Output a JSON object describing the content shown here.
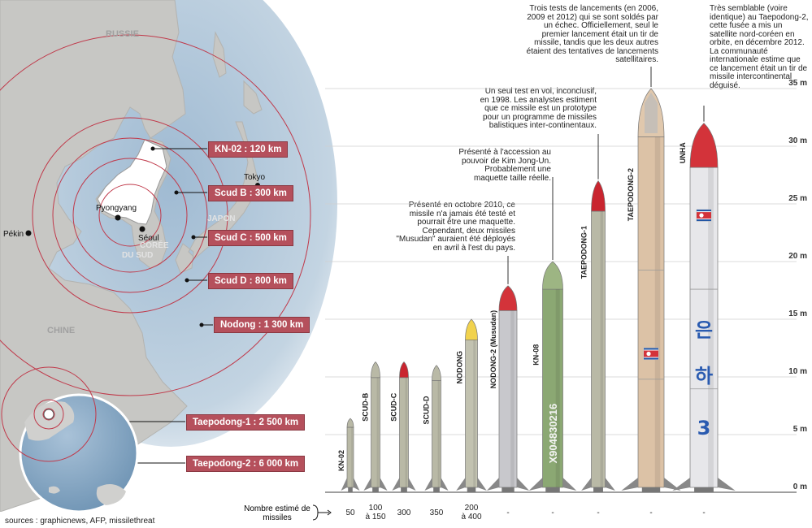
{
  "map": {
    "countries": {
      "russia": "RUSSIE",
      "china": "CHINE",
      "japan": "JAPON",
      "korea_line1": "CORÉE",
      "korea_line2": "DU SUD"
    },
    "cities": {
      "pyongyang": "Pyongyang",
      "seoul": "Séoul",
      "tokyo": "Tokyo",
      "beijing": "Pékin"
    },
    "ranges": [
      {
        "label": "KN-02 : 120 km"
      },
      {
        "label": "Scud B : 300 km"
      },
      {
        "label": "Scud C : 500 km"
      },
      {
        "label": "Scud D : 800 km"
      },
      {
        "label": "Nodong : 1 300 km"
      },
      {
        "label": "Taepodong-1 : 2 500 km"
      },
      {
        "label": "Taepodong-2 : 6 000 km"
      }
    ]
  },
  "source": "sources : graphicnews, AFP, missilethreat",
  "annotations": {
    "musudan": "Présenté en octobre 2010, ce missile n'a jamais été testé et pourrait être une maquette. Cependant, deux missiles \"Musudan\" auraient été déployés en avril à l'est du pays.",
    "kn08": "Présenté à l'accession au pouvoir de Kim Jong-Un. Probablement une maquette taille réelle.",
    "taepodong1": "Un seul test en vol, inconclusif, en 1998. Les analystes estiment que ce missile est un prototype pour un programme de missiles balistiques inter-continentaux.",
    "taepodong2": "Trois tests de lancements (en 2006, 2009 et 2012) qui se sont soldés par un échec. Officiellement, seul le premier lancement était un tir de missile, tandis que les deux autres étaient des tentatives de lancements satellitaires.",
    "unha": "Très semblable (voire identique) au Taepodong-2, cette fusée a mis un satellite nord-coréen en orbite, en décembre 2012. La communauté internationale estime que ce lancement était un tir de missile intercontinental déguisé."
  },
  "chart_data": {
    "type": "bar",
    "title": "",
    "ylabel": "",
    "ylim": [
      0,
      35
    ],
    "y_unit": "m",
    "y_ticks": [
      "0 m",
      "5 m",
      "10 m",
      "15 m",
      "20 m",
      "25 m",
      "30 m",
      "35 m"
    ],
    "y_tick_values": [
      0,
      5,
      10,
      15,
      20,
      25,
      30,
      35
    ],
    "categories": [
      "KN-02",
      "SCUD-B",
      "SCUD-C",
      "SCUD-D",
      "NODONG",
      "NODONG-2 (Musudan)",
      "KN-08",
      "TAEPODONG-1",
      "TAEPODONG-2",
      "UNHA"
    ],
    "values": [
      6.4,
      11.3,
      11.3,
      11.0,
      15.0,
      17.9,
      20.0,
      27.0,
      35.0,
      32.0
    ],
    "count_label": "Nombre estimé de missiles",
    "counts": [
      [
        "50"
      ],
      [
        "100",
        "à 150"
      ],
      [
        "300"
      ],
      [
        "350"
      ],
      [
        "200",
        "à 400"
      ],
      [
        "-"
      ],
      [
        "-"
      ],
      [
        "-"
      ],
      [
        "-"
      ],
      [
        "-"
      ]
    ],
    "body_text": {
      "kn08": "X904830216",
      "unha": [
        "은",
        "하",
        "3"
      ]
    }
  }
}
